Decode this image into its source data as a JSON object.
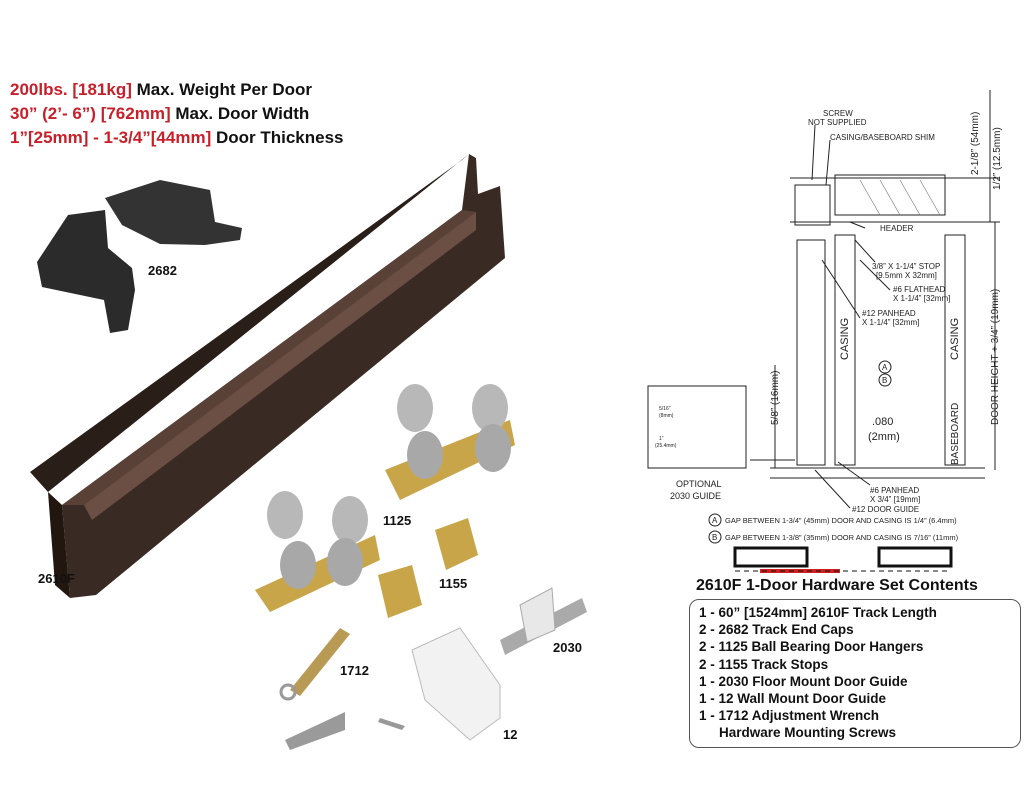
{
  "specs": [
    {
      "red": "200lbs. [181kg]",
      "black": " Max. Weight Per Door"
    },
    {
      "red": "30” (2’- 6”) [762mm]",
      "black": " Max. Door Width"
    },
    {
      "red": "1”[25mm] - 1-3/4”[44mm]",
      "black": " Door Thickness"
    }
  ],
  "part_labels": {
    "end_caps": "2682",
    "track": "2610F",
    "hanger": "1125",
    "stop": "1155",
    "wrench": "1712",
    "floor_guide": "2030",
    "wall_guide": "12"
  },
  "diagram": {
    "screw_not_supplied": [
      "SCREW",
      "NOT SUPPLIED"
    ],
    "casing_shim": "CASING/BASEBOARD SHIM",
    "header": "HEADER",
    "stop": [
      "3/8” X 1-1/4” STOP",
      "[9.5mm X 32mm]"
    ],
    "flathead": [
      "#6 FLATHEAD",
      "X 1-1/4” [32mm]"
    ],
    "panhead12": [
      "#12 PANHEAD",
      "X 1-1/4” [32mm]"
    ],
    "casing": "CASING",
    "baseboard": "BASEBOARD",
    "dim_2_1_8": "2-1/8” (54mm)",
    "dim_1_2": "1/2” (12.5mm)",
    "door_height": "DOOR HEIGHT + 3/4” (19mm)",
    "dim_5_8": "5/8” (16mm)",
    "gap_080": [
      ".080",
      "(2mm)"
    ],
    "marker_a": "A",
    "marker_b": "B",
    "panhead6": [
      "#6 PANHEAD",
      "X 3/4” [19mm]"
    ],
    "door_guide12": "#12 DOOR GUIDE",
    "optional": [
      "OPTIONAL",
      "2030 GUIDE"
    ],
    "inset_dims": [
      "5/16”",
      "(8mm)",
      "1”",
      "(25.4mm)"
    ],
    "gap_a": "GAP BETWEEN 1-3/4” (45mm) DOOR AND CASING IS 1/4” (6.4mm)",
    "gap_b": "GAP BETWEEN 1-3/8” (35mm) DOOR AND CASING IS 7/16” (11mm)"
  },
  "contents": {
    "title": "2610F 1-Door Hardware Set Contents",
    "items": [
      "1 - 60” [1524mm] 2610F Track Length",
      "2 - 2682 Track End Caps",
      "2 - 1125 Ball Bearing Door Hangers",
      "2 - 1155 Track Stops",
      "1 - 2030 Floor Mount Door Guide",
      "1 - 12 Wall Mount Door Guide",
      "1 - 1712 Adjustment Wrench",
      "Hardware Mounting Screws"
    ]
  }
}
